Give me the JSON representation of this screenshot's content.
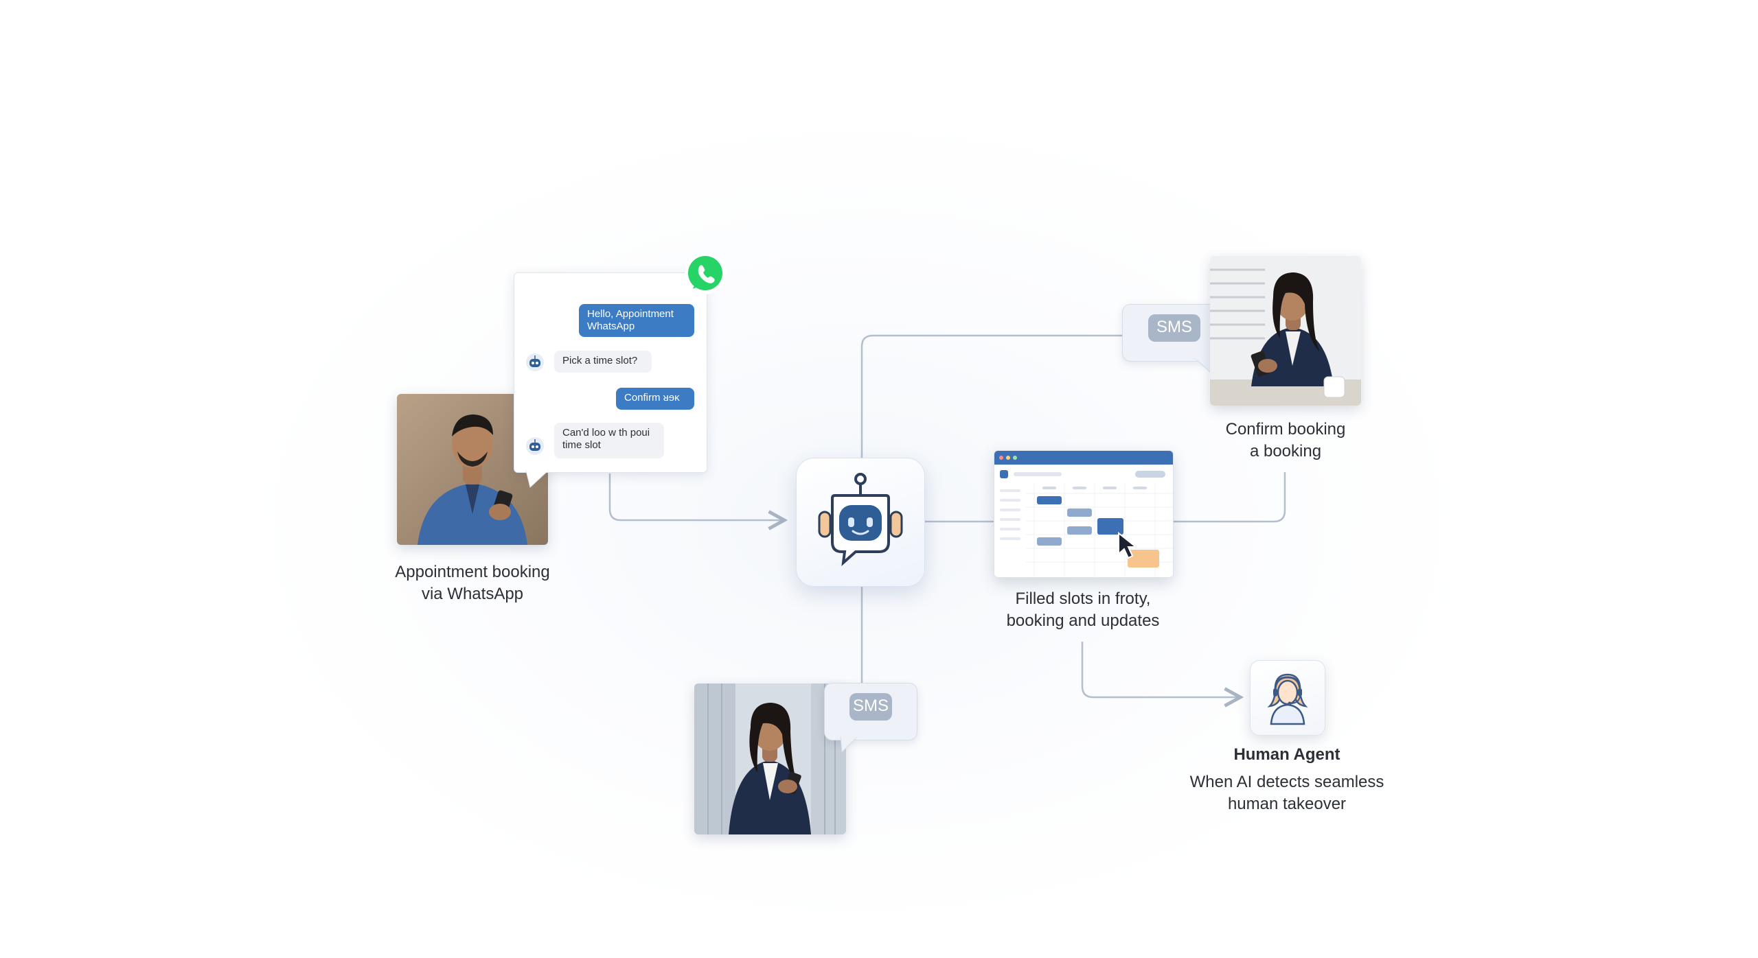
{
  "whatsapp_chat": {
    "messages": [
      {
        "from": "user",
        "text": "Hello, Appointment WhatsApp"
      },
      {
        "from": "bot",
        "text": "Pick a time slot?"
      },
      {
        "from": "user",
        "text": "Confirm ᴚɘᴋ"
      },
      {
        "from": "bot",
        "text": "Can'd loo w th poui time slot"
      }
    ]
  },
  "labels": {
    "whatsapp_booking": [
      "Appointment booking",
      "via WhatsApp"
    ],
    "confirm_booking": [
      "Confirm booking",
      "a booking"
    ],
    "filled_slots": [
      "Filled slots in froty,",
      "booking and updates"
    ],
    "human_agent_title": "Human Agent",
    "human_agent_desc": [
      "When AI detects seamless",
      "human takeover"
    ]
  },
  "sms": {
    "top_label": "SMS",
    "bottom_label": "SMS"
  },
  "colors": {
    "accent_blue": "#3b7cc4",
    "connector": "#a8b4c4",
    "whatsapp_green": "#25d366",
    "slot_orange": "#f8c48e"
  },
  "icons": [
    "whatsapp-icon",
    "robot-icon",
    "cursor-icon",
    "headset-agent-icon"
  ]
}
